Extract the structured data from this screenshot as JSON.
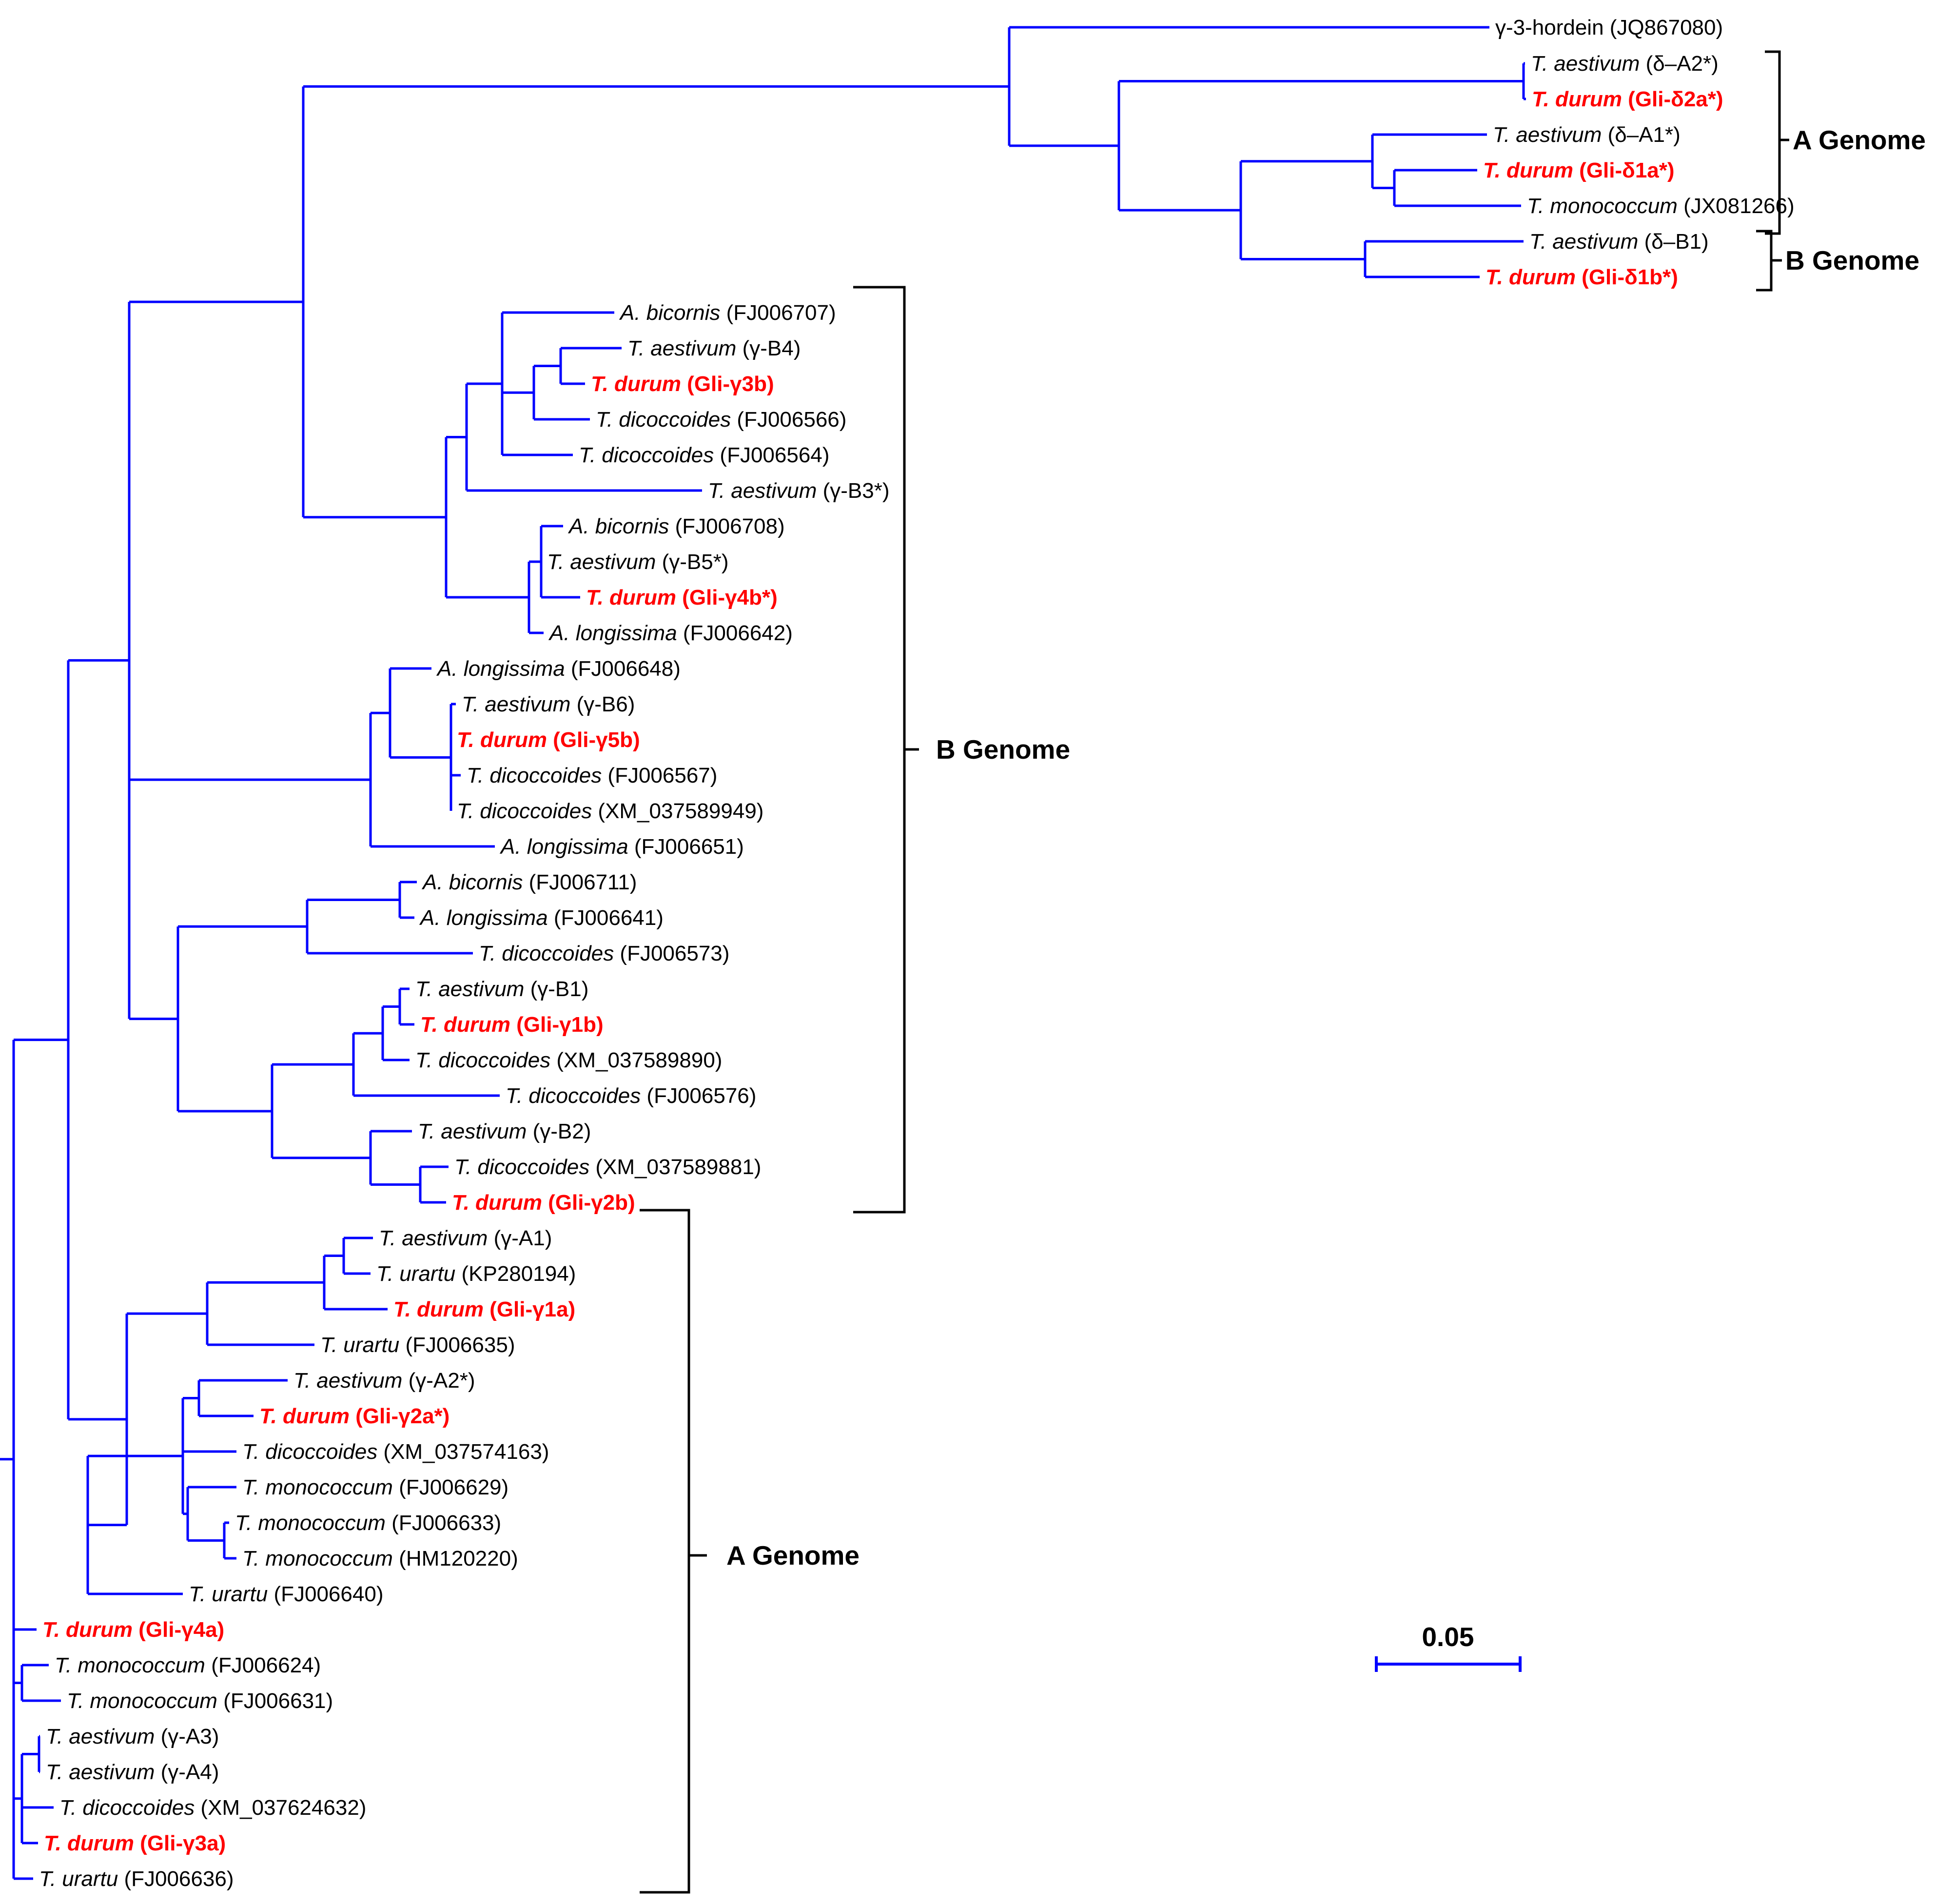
{
  "colors": {
    "branch": "#0000ff",
    "highlight": "#ff0000",
    "bracket": "#000000",
    "text": "#000000"
  },
  "scale_bar": {
    "label": "0.05"
  },
  "groups": [
    {
      "id": "upper-a-genome",
      "label": "A Genome"
    },
    {
      "id": "upper-b-genome",
      "label": "B Genome"
    },
    {
      "id": "gamma-b-genome",
      "label": "B Genome"
    },
    {
      "id": "gamma-a-genome",
      "label": "A Genome"
    }
  ],
  "leaves": [
    {
      "id": "hordein",
      "parts": [
        {
          "t": "γ-3-hordein (JQ867080)",
          "i": false
        }
      ],
      "durum": false
    },
    {
      "id": "d-a2-aest",
      "parts": [
        {
          "t": "T. aestivum",
          "i": true
        },
        {
          "t": " (δ–A2*)",
          "i": false
        }
      ],
      "durum": false
    },
    {
      "id": "d-2a-durum",
      "parts": [
        {
          "t": "T. durum",
          "i": true
        },
        {
          "t": " (Gli-δ2a*)",
          "i": false
        }
      ],
      "durum": true
    },
    {
      "id": "d-a1-aest",
      "parts": [
        {
          "t": "T. aestivum",
          "i": true
        },
        {
          "t": " (δ–A1*)",
          "i": false
        }
      ],
      "durum": false
    },
    {
      "id": "d-1a-durum",
      "parts": [
        {
          "t": "T. durum",
          "i": true
        },
        {
          "t": " (Gli-δ1a*)",
          "i": false
        }
      ],
      "durum": true
    },
    {
      "id": "d-mono",
      "parts": [
        {
          "t": "T. monococcum",
          "i": true
        },
        {
          "t": " (JX081266)",
          "i": false
        }
      ],
      "durum": false
    },
    {
      "id": "d-b1-aest",
      "parts": [
        {
          "t": "T. aestivum",
          "i": true
        },
        {
          "t": " (δ–B1)",
          "i": false
        }
      ],
      "durum": false
    },
    {
      "id": "d-1b-durum",
      "parts": [
        {
          "t": "T. durum",
          "i": true
        },
        {
          "t": " (Gli-δ1b*)",
          "i": false
        }
      ],
      "durum": true
    },
    {
      "id": "abic-707",
      "parts": [
        {
          "t": "A. bicornis",
          "i": true
        },
        {
          "t": " (FJ006707)",
          "i": false
        }
      ],
      "durum": false
    },
    {
      "id": "g-b4-aest",
      "parts": [
        {
          "t": "T. aestivum",
          "i": true
        },
        {
          "t": " (γ-B4)",
          "i": false
        }
      ],
      "durum": false
    },
    {
      "id": "g-3b-durum",
      "parts": [
        {
          "t": "T. durum",
          "i": true
        },
        {
          "t": " (Gli-γ3b)",
          "i": false
        }
      ],
      "durum": true
    },
    {
      "id": "dic-566",
      "parts": [
        {
          "t": "T. dicoccoides",
          "i": true
        },
        {
          "t": " (FJ006566)",
          "i": false
        }
      ],
      "durum": false
    },
    {
      "id": "dic-564",
      "parts": [
        {
          "t": "T. dicoccoides",
          "i": true
        },
        {
          "t": " (FJ006564)",
          "i": false
        }
      ],
      "durum": false
    },
    {
      "id": "g-b3-aest",
      "parts": [
        {
          "t": "T. aestivum",
          "i": true
        },
        {
          "t": " (γ-B3*)",
          "i": false
        }
      ],
      "durum": false
    },
    {
      "id": "abic-708",
      "parts": [
        {
          "t": "A. bicornis",
          "i": true
        },
        {
          "t": " (FJ006708)",
          "i": false
        }
      ],
      "durum": false
    },
    {
      "id": "g-b5-aest",
      "parts": [
        {
          "t": "T. aestivum",
          "i": true
        },
        {
          "t": " (γ-B5*)",
          "i": false
        }
      ],
      "durum": false
    },
    {
      "id": "g-4b-durum",
      "parts": [
        {
          "t": "T. durum",
          "i": true
        },
        {
          "t": " (Gli-γ4b*)",
          "i": false
        }
      ],
      "durum": true
    },
    {
      "id": "alon-642",
      "parts": [
        {
          "t": "A. longissima",
          "i": true
        },
        {
          "t": " (FJ006642)",
          "i": false
        }
      ],
      "durum": false
    },
    {
      "id": "alon-648",
      "parts": [
        {
          "t": "A. longissima",
          "i": true
        },
        {
          "t": " (FJ006648)",
          "i": false
        }
      ],
      "durum": false
    },
    {
      "id": "g-b6-aest",
      "parts": [
        {
          "t": "T. aestivum",
          "i": true
        },
        {
          "t": " (γ-B6)",
          "i": false
        }
      ],
      "durum": false
    },
    {
      "id": "g-5b-durum",
      "parts": [
        {
          "t": "T. durum",
          "i": true
        },
        {
          "t": " (Gli-γ5b)",
          "i": false
        }
      ],
      "durum": true
    },
    {
      "id": "dic-567",
      "parts": [
        {
          "t": "T. dicoccoides",
          "i": true
        },
        {
          "t": " (FJ006567)",
          "i": false
        }
      ],
      "durum": false
    },
    {
      "id": "dic-xm949",
      "parts": [
        {
          "t": "T. dicoccoides",
          "i": true
        },
        {
          "t": " (XM_037589949)",
          "i": false
        }
      ],
      "durum": false
    },
    {
      "id": "alon-651",
      "parts": [
        {
          "t": "A. longissima",
          "i": true
        },
        {
          "t": " (FJ006651)",
          "i": false
        }
      ],
      "durum": false
    },
    {
      "id": "abic-711",
      "parts": [
        {
          "t": "A. bicornis",
          "i": true
        },
        {
          "t": " (FJ006711)",
          "i": false
        }
      ],
      "durum": false
    },
    {
      "id": "alon-641",
      "parts": [
        {
          "t": "A. longissima",
          "i": true
        },
        {
          "t": " (FJ006641)",
          "i": false
        }
      ],
      "durum": false
    },
    {
      "id": "dic-573",
      "parts": [
        {
          "t": "T. dicoccoides",
          "i": true
        },
        {
          "t": " (FJ006573)",
          "i": false
        }
      ],
      "durum": false
    },
    {
      "id": "g-b1-aest",
      "parts": [
        {
          "t": "T. aestivum",
          "i": true
        },
        {
          "t": " (γ-B1)",
          "i": false
        }
      ],
      "durum": false
    },
    {
      "id": "g-1b-durum",
      "parts": [
        {
          "t": "T. durum",
          "i": true
        },
        {
          "t": " (Gli-γ1b)",
          "i": false
        }
      ],
      "durum": true
    },
    {
      "id": "dic-xm890",
      "parts": [
        {
          "t": "T. dicoccoides",
          "i": true
        },
        {
          "t": " (XM_037589890)",
          "i": false
        }
      ],
      "durum": false
    },
    {
      "id": "dic-576",
      "parts": [
        {
          "t": "T. dicoccoides",
          "i": true
        },
        {
          "t": " (FJ006576)",
          "i": false
        }
      ],
      "durum": false
    },
    {
      "id": "g-b2-aest",
      "parts": [
        {
          "t": "T. aestivum",
          "i": true
        },
        {
          "t": " (γ-B2)",
          "i": false
        }
      ],
      "durum": false
    },
    {
      "id": "dic-xm881",
      "parts": [
        {
          "t": "T. dicoccoides",
          "i": true
        },
        {
          "t": " (XM_037589881)",
          "i": false
        }
      ],
      "durum": false
    },
    {
      "id": "g-2b-durum",
      "parts": [
        {
          "t": "T. durum",
          "i": true
        },
        {
          "t": " (Gli-γ2b)",
          "i": false
        }
      ],
      "durum": true
    },
    {
      "id": "g-a1-aest",
      "parts": [
        {
          "t": "T. aestivum",
          "i": true
        },
        {
          "t": " (γ-A1)",
          "i": false
        }
      ],
      "durum": false
    },
    {
      "id": "ura-kp194",
      "parts": [
        {
          "t": "T. urartu",
          "i": true
        },
        {
          "t": " (KP280194)",
          "i": false
        }
      ],
      "durum": false
    },
    {
      "id": "g-1a-durum",
      "parts": [
        {
          "t": "T. durum",
          "i": true
        },
        {
          "t": " (Gli-γ1a)",
          "i": false
        }
      ],
      "durum": true
    },
    {
      "id": "ura-635",
      "parts": [
        {
          "t": "T. urartu",
          "i": true
        },
        {
          "t": " (FJ006635)",
          "i": false
        }
      ],
      "durum": false
    },
    {
      "id": "g-a2-aest",
      "parts": [
        {
          "t": "T. aestivum",
          "i": true
        },
        {
          "t": " (γ-A2*)",
          "i": false
        }
      ],
      "durum": false
    },
    {
      "id": "g-2a-durum",
      "parts": [
        {
          "t": "T. durum",
          "i": true
        },
        {
          "t": " (Gli-γ2a*)",
          "i": false
        }
      ],
      "durum": true
    },
    {
      "id": "dic-xm163",
      "parts": [
        {
          "t": "T. dicoccoides",
          "i": true
        },
        {
          "t": " (XM_037574163)",
          "i": false
        }
      ],
      "durum": false
    },
    {
      "id": "mono-629",
      "parts": [
        {
          "t": "T. monococcum",
          "i": true
        },
        {
          "t": " (FJ006629)",
          "i": false
        }
      ],
      "durum": false
    },
    {
      "id": "mono-633",
      "parts": [
        {
          "t": "T. monococcum",
          "i": true
        },
        {
          "t": " (FJ006633)",
          "i": false
        }
      ],
      "durum": false
    },
    {
      "id": "mono-hm220",
      "parts": [
        {
          "t": "T. monococcum",
          "i": true
        },
        {
          "t": " (HM120220)",
          "i": false
        }
      ],
      "durum": false
    },
    {
      "id": "ura-640",
      "parts": [
        {
          "t": "T. urartu",
          "i": true
        },
        {
          "t": " (FJ006640)",
          "i": false
        }
      ],
      "durum": false
    },
    {
      "id": "g-4a-durum",
      "parts": [
        {
          "t": "T. durum",
          "i": true
        },
        {
          "t": " (Gli-γ4a)",
          "i": false
        }
      ],
      "durum": true
    },
    {
      "id": "mono-624",
      "parts": [
        {
          "t": "T. monococcum",
          "i": true
        },
        {
          "t": " (FJ006624)",
          "i": false
        }
      ],
      "durum": false
    },
    {
      "id": "mono-631",
      "parts": [
        {
          "t": "T. monococcum",
          "i": true
        },
        {
          "t": " (FJ006631)",
          "i": false
        }
      ],
      "durum": false
    },
    {
      "id": "g-a3-aest",
      "parts": [
        {
          "t": "T. aestivum",
          "i": true
        },
        {
          "t": " (γ-A3)",
          "i": false
        }
      ],
      "durum": false
    },
    {
      "id": "g-a4-aest",
      "parts": [
        {
          "t": "T. aestivum",
          "i": true
        },
        {
          "t": " (γ-A4)",
          "i": false
        }
      ],
      "durum": false
    },
    {
      "id": "dic-xm632",
      "parts": [
        {
          "t": "T. dicoccoides",
          "i": true
        },
        {
          "t": " (XM_037624632)",
          "i": false
        }
      ],
      "durum": false
    },
    {
      "id": "g-3a-durum",
      "parts": [
        {
          "t": "T. durum",
          "i": true
        },
        {
          "t": " (Gli-γ3a)",
          "i": false
        }
      ],
      "durum": true
    },
    {
      "id": "ura-636",
      "parts": [
        {
          "t": "T. urartu",
          "i": true
        },
        {
          "t": " (FJ006636)",
          "i": false
        }
      ],
      "durum": false
    }
  ]
}
